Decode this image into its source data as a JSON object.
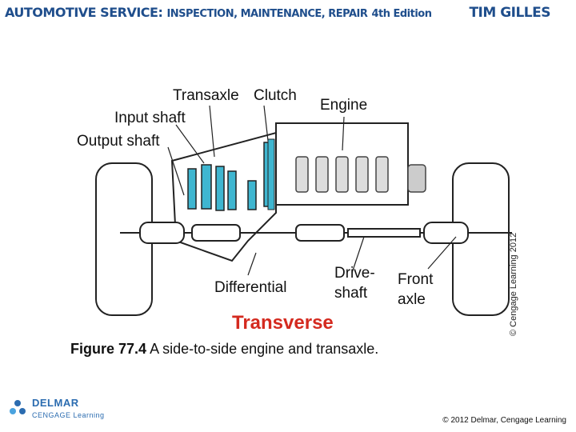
{
  "header": {
    "title_main": "AUTOMOTIVE SERVICE:",
    "title_sub": "INSPECTION, MAINTENANCE, REPAIR",
    "edition": "4th Edition",
    "author": "TIM GILLES"
  },
  "figure": {
    "labels": {
      "transaxle": "Transaxle",
      "clutch": "Clutch",
      "engine": "Engine",
      "input_shaft": "Input shaft",
      "output_shaft": "Output shaft",
      "differential": "Differential",
      "drive": "Drive-",
      "shaft": "shaft",
      "front": "Front",
      "axle": "axle"
    },
    "heading": "Transverse",
    "vertical_copyright": "© Cengage Learning 2012",
    "caption_number": "Figure 77.4",
    "caption_text": "A side-to-side engine and transaxle.",
    "colors": {
      "heading": "#d42a1f",
      "gears": "#3fb6d0",
      "outline": "#222222"
    }
  },
  "footer": {
    "logo_line1": "DELMAR",
    "logo_line2": "CENGAGE Learning",
    "copyright": "© 2012 Delmar, Cengage Learning"
  }
}
